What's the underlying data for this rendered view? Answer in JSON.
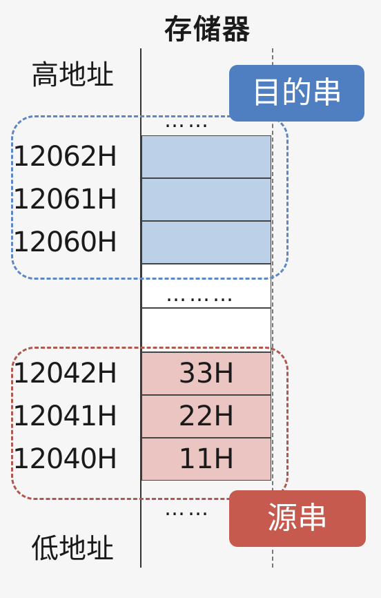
{
  "title": "存储器",
  "high_address_label": "高地址",
  "low_address_label": "低地址",
  "dest_tag": "目的串",
  "source_tag": "源串",
  "ellipsis_top": "……",
  "ellipsis_middle": "………",
  "ellipsis_bottom": "……",
  "dest_cells": [
    {
      "address": "12062H",
      "value": ""
    },
    {
      "address": "12061H",
      "value": ""
    },
    {
      "address": "12060H",
      "value": ""
    }
  ],
  "source_cells": [
    {
      "address": "12042H",
      "value": "33H"
    },
    {
      "address": "12041H",
      "value": "22H"
    },
    {
      "address": "12040H",
      "value": "11H"
    }
  ],
  "colors": {
    "dest_fill": "#bcd0e8",
    "dest_tag": "#4f7fc0",
    "source_fill": "#eac5c2",
    "source_tag": "#c65a4e"
  }
}
